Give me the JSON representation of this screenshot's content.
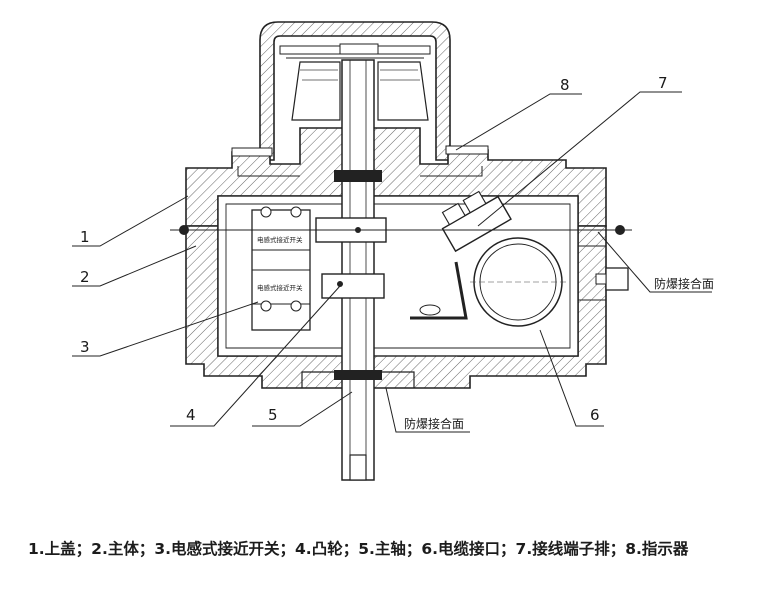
{
  "labels": {
    "n1": "1",
    "n2": "2",
    "n3": "3",
    "n4": "4",
    "n5": "5",
    "n6": "6",
    "n7": "7",
    "n8": "8",
    "flame_joint_right": "防爆接合面",
    "flame_joint_bottom": "防爆接合面",
    "switch_upper": "电感式接近开关",
    "switch_lower": "电感式接近开关"
  },
  "caption": "1.上盖；2.主体；3.电感式接近开关；4.凸轮；5.主轴；6.电缆接口；7.接线端子排；8.指示器"
}
